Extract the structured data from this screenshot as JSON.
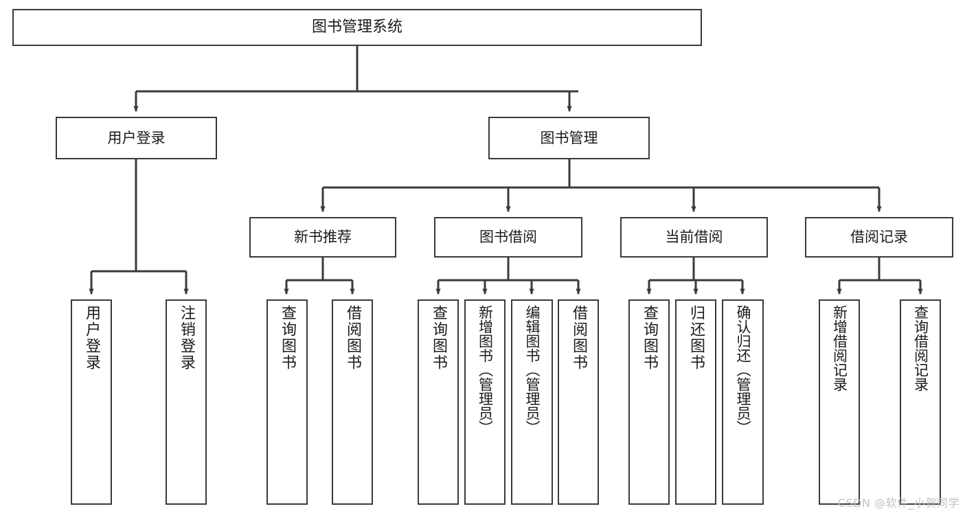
{
  "diagram": {
    "title": "图书管理系统",
    "type": "hierarchy-tree",
    "colors": {
      "box_border": "#3a3a3a",
      "box_fill": "#ffffff",
      "edge": "#3a3a3a",
      "text": "#1b1b1b",
      "watermark": "#c2c2c2"
    },
    "watermark": "CSDN @软件_小贺同学",
    "nodes": {
      "root": {
        "label": "图书管理系统"
      },
      "level2": [
        {
          "label": "用户登录"
        },
        {
          "label": "图书管理"
        }
      ],
      "level3": [
        {
          "label": "新书推荐"
        },
        {
          "label": "图书借阅"
        },
        {
          "label": "当前借阅"
        },
        {
          "label": "借阅记录"
        }
      ],
      "leaves_user_login": [
        {
          "label": "用户登录"
        },
        {
          "label": "注销登录"
        }
      ],
      "leaves_new_book": [
        {
          "label": "查询图书"
        },
        {
          "label": "借阅图书"
        }
      ],
      "leaves_borrow": [
        {
          "label": "查询图书"
        },
        {
          "label": "新增图书（管理员）"
        },
        {
          "label": "编辑图书（管理员）"
        },
        {
          "label": "借阅图书"
        }
      ],
      "leaves_current": [
        {
          "label": "查询图书"
        },
        {
          "label": "归还图书"
        },
        {
          "label": "确认归还（管理员）"
        }
      ],
      "leaves_record": [
        {
          "label": "新增借阅记录"
        },
        {
          "label": "查询借阅记录"
        }
      ]
    }
  }
}
